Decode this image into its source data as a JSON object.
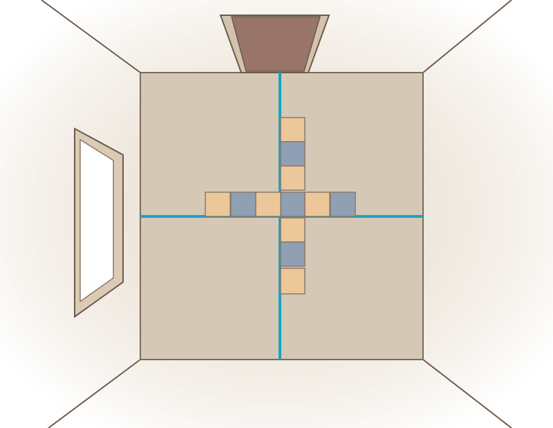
{
  "diagram": {
    "subject": "tile-layout-room",
    "colors": {
      "floor": "#d6c8b6",
      "floor_outline": "#7a6a5c",
      "wall_glow": "#e8dfd3",
      "room_edge": "#6b5a4d",
      "door_frame": "#d3c3ad",
      "door": "#987568",
      "window_frame": "#dccbb4",
      "window_glass": "#ffffff",
      "layout_line": "#13a6c9",
      "tile_beige": "#ecc79a",
      "tile_blue": "#8fa0b5",
      "tile_outline": "#8a7868"
    },
    "tile_layout": {
      "vertical_row": [
        "beige",
        "blue",
        "beige",
        "blue",
        "beige",
        "blue",
        "beige"
      ],
      "horizontal_row": [
        "beige",
        "blue",
        "beige",
        "blue",
        "beige",
        "blue"
      ],
      "shared_tile": "blue"
    },
    "layout_lines": [
      "center-vertical",
      "center-horizontal"
    ]
  }
}
